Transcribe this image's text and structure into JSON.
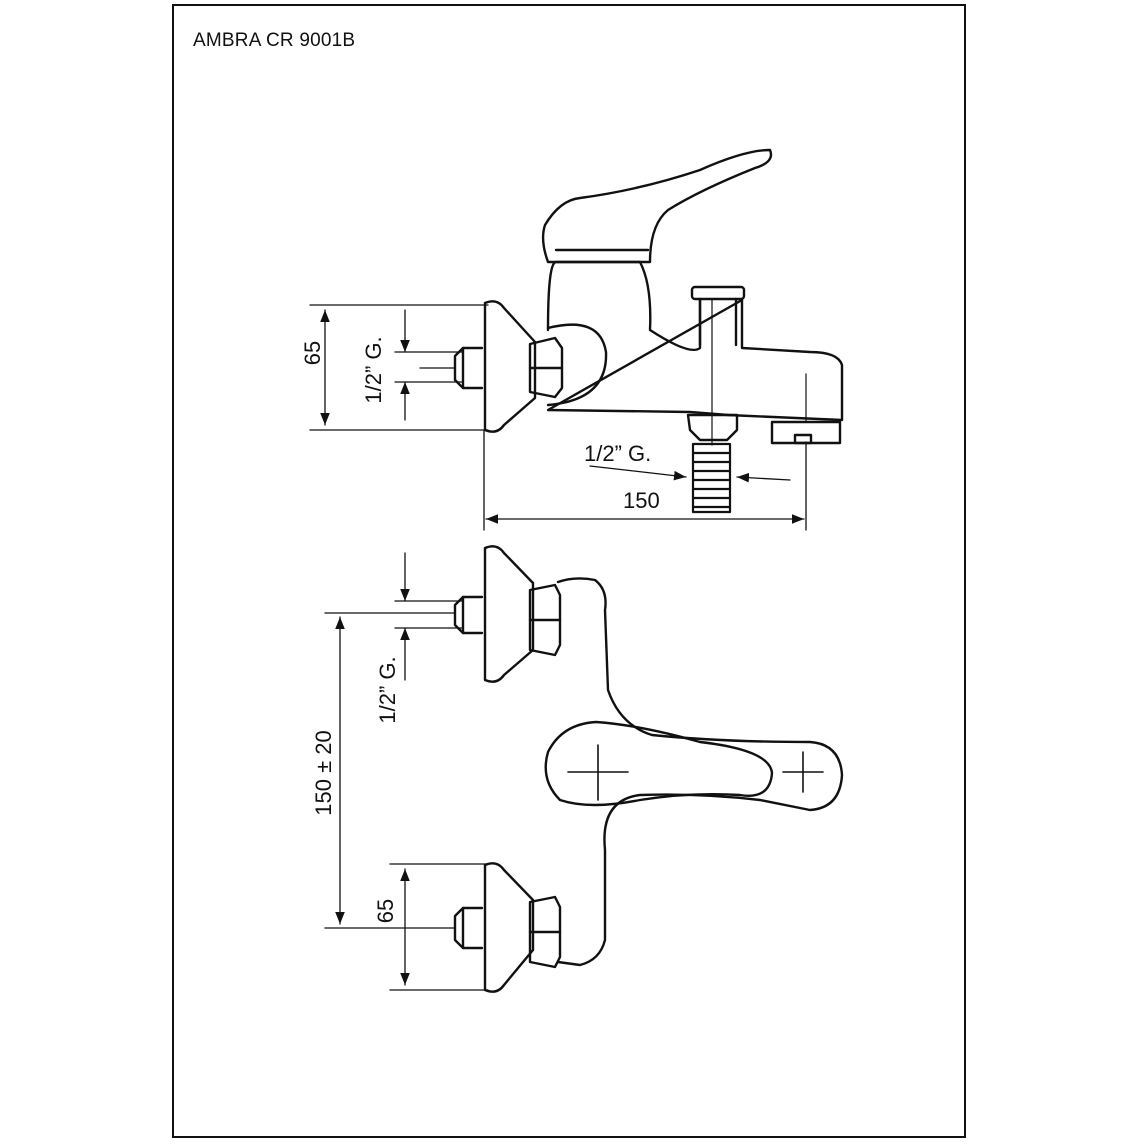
{
  "title": "AMBRA CR 9001B",
  "side_view": {
    "dim_height": "65",
    "dim_inlet_thread": "1/2” G.",
    "dim_outlet_thread": "1/2” G.",
    "dim_projection": "150"
  },
  "front_view": {
    "dim_inlet_thread": "1/2” G.",
    "dim_center_distance": "150 ± 20",
    "dim_height": "65"
  }
}
